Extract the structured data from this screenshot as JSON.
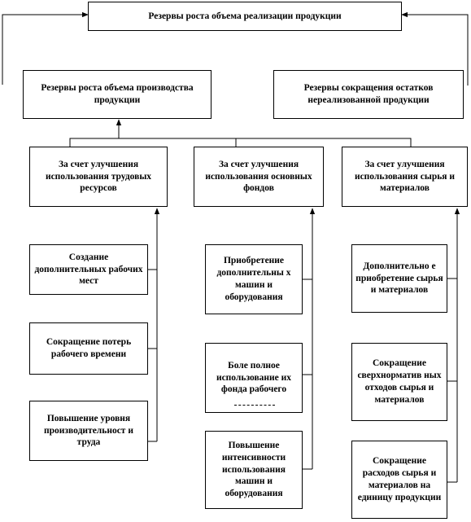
{
  "top": "Резервы роста объема реализации продукции",
  "level2": {
    "production": "Резервы роста объема производства продукции",
    "inventory": "Резервы сокращения остатков нереализованной продукции"
  },
  "categories": [
    {
      "title": "За счет улучшения использования трудовых ресурсов",
      "items": [
        "Создание дополнительных рабочих мест",
        "Сокращение потерь рабочего времени",
        "Повышение уровня производительност и труда"
      ]
    },
    {
      "title": "За счет улучшения использования основных фондов",
      "items": [
        "Приобретение дополнительны х машин и оборудования",
        "Боле полное использование их фонда рабочего",
        "Повышение интенсивности использования машин и оборудования"
      ]
    },
    {
      "title": "За счет улучшения использования сырья и материалов",
      "items": [
        "Дополнительно е приобретение сырья и материалов",
        "Сокращение сверхнорматив ных отходов сырья и материалов",
        "Сокращение расходов сырья и материалов на единицу продукции"
      ]
    }
  ]
}
